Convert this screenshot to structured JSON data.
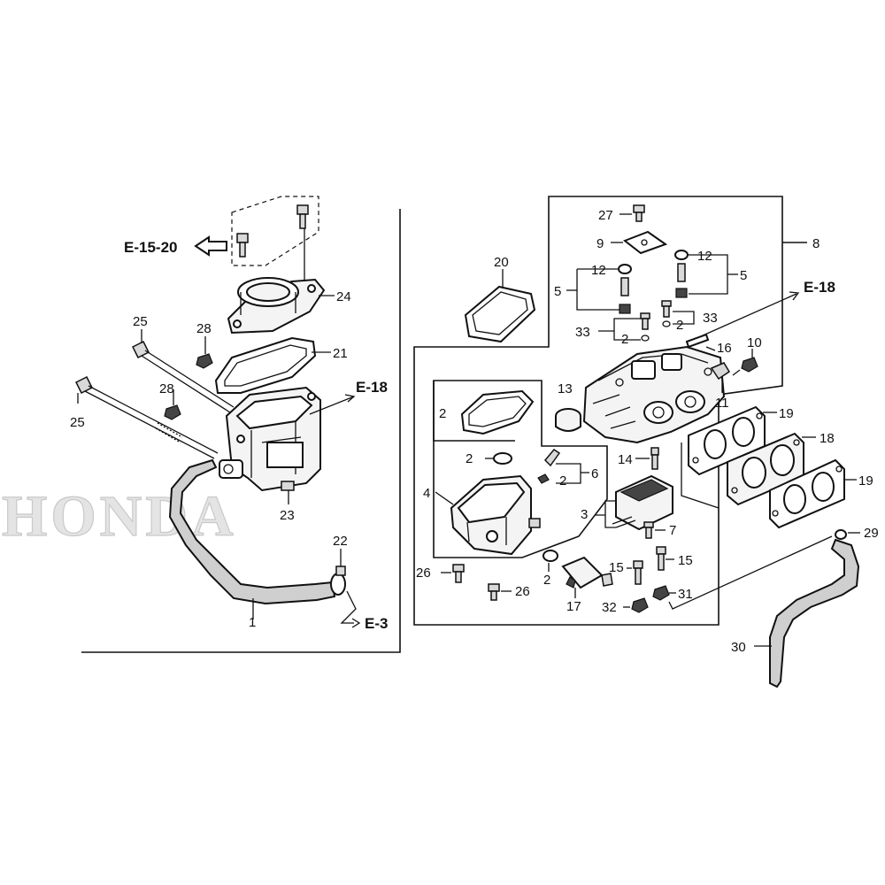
{
  "watermark": "HONDA",
  "references": {
    "e15_20": "E-15-20",
    "e18_left": "E-18",
    "e18_right": "E-18",
    "e3": "E-3"
  },
  "callouts": {
    "c1": "1",
    "c2a": "2",
    "c2b": "2",
    "c2c": "2",
    "c2d": "2",
    "c2e": "2",
    "c2f": "2",
    "c3": "3",
    "c4": "4",
    "c5a": "5",
    "c5b": "5",
    "c6": "6",
    "c7": "7",
    "c8": "8",
    "c9": "9",
    "c10": "10",
    "c11": "11",
    "c12a": "12",
    "c12b": "12",
    "c13": "13",
    "c14": "14",
    "c15a": "15",
    "c15b": "15",
    "c16": "16",
    "c17": "17",
    "c18": "18",
    "c19a": "19",
    "c19b": "19",
    "c20": "20",
    "c21": "21",
    "c22": "22",
    "c23": "23",
    "c24": "24",
    "c25a": "25",
    "c25b": "25",
    "c26a": "26",
    "c26b": "26",
    "c27": "27",
    "c28a": "28",
    "c28b": "28",
    "c29": "29",
    "c30": "30",
    "c31": "31",
    "c32": "32",
    "c33a": "33",
    "c33b": "33"
  }
}
